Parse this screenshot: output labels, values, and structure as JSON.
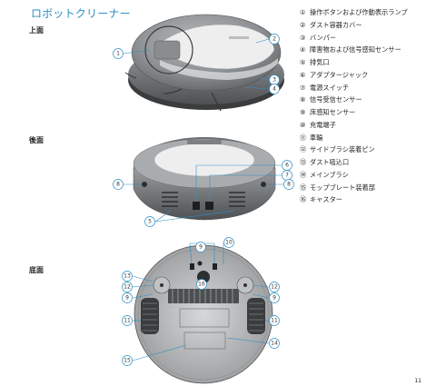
{
  "title": "ロボットクリーナー",
  "sections": {
    "top": "上面",
    "back": "後面",
    "bottom": "底面"
  },
  "legend": [
    {
      "num": "①",
      "label": "操作ボタンおよび作動表示ランプ"
    },
    {
      "num": "②",
      "label": "ダスト容器カバー"
    },
    {
      "num": "③",
      "label": "バンパー"
    },
    {
      "num": "④",
      "label": "障害物および信号感知センサー"
    },
    {
      "num": "⑤",
      "label": "排気口"
    },
    {
      "num": "⑥",
      "label": "アダプタージャック"
    },
    {
      "num": "⑦",
      "label": "電源スイッチ"
    },
    {
      "num": "⑧",
      "label": "信号受信センサー"
    },
    {
      "num": "⑨",
      "label": "床感知センサー"
    },
    {
      "num": "⑩",
      "label": "充電端子"
    },
    {
      "num": "⑪",
      "label": "車輪"
    },
    {
      "num": "⑫",
      "label": "サイドブラシ装着ピン"
    },
    {
      "num": "⑬",
      "label": "ダスト吸込口"
    },
    {
      "num": "⑭",
      "label": "メインブラシ"
    },
    {
      "num": "⑮",
      "label": "モップブレート装着部"
    },
    {
      "num": "⑯",
      "label": "キャスター"
    }
  ],
  "callouts": {
    "top": [
      "1",
      "2",
      "3",
      "4"
    ],
    "back": [
      "8",
      "6",
      "7",
      "8",
      "5"
    ],
    "bottom": [
      "9",
      "10",
      "13",
      "16",
      "12",
      "12",
      "9",
      "9",
      "11",
      "11",
      "14",
      "15"
    ]
  },
  "page_number": "11",
  "colors": {
    "title": "#2e8fc4",
    "callout": "#2e8fc4"
  }
}
